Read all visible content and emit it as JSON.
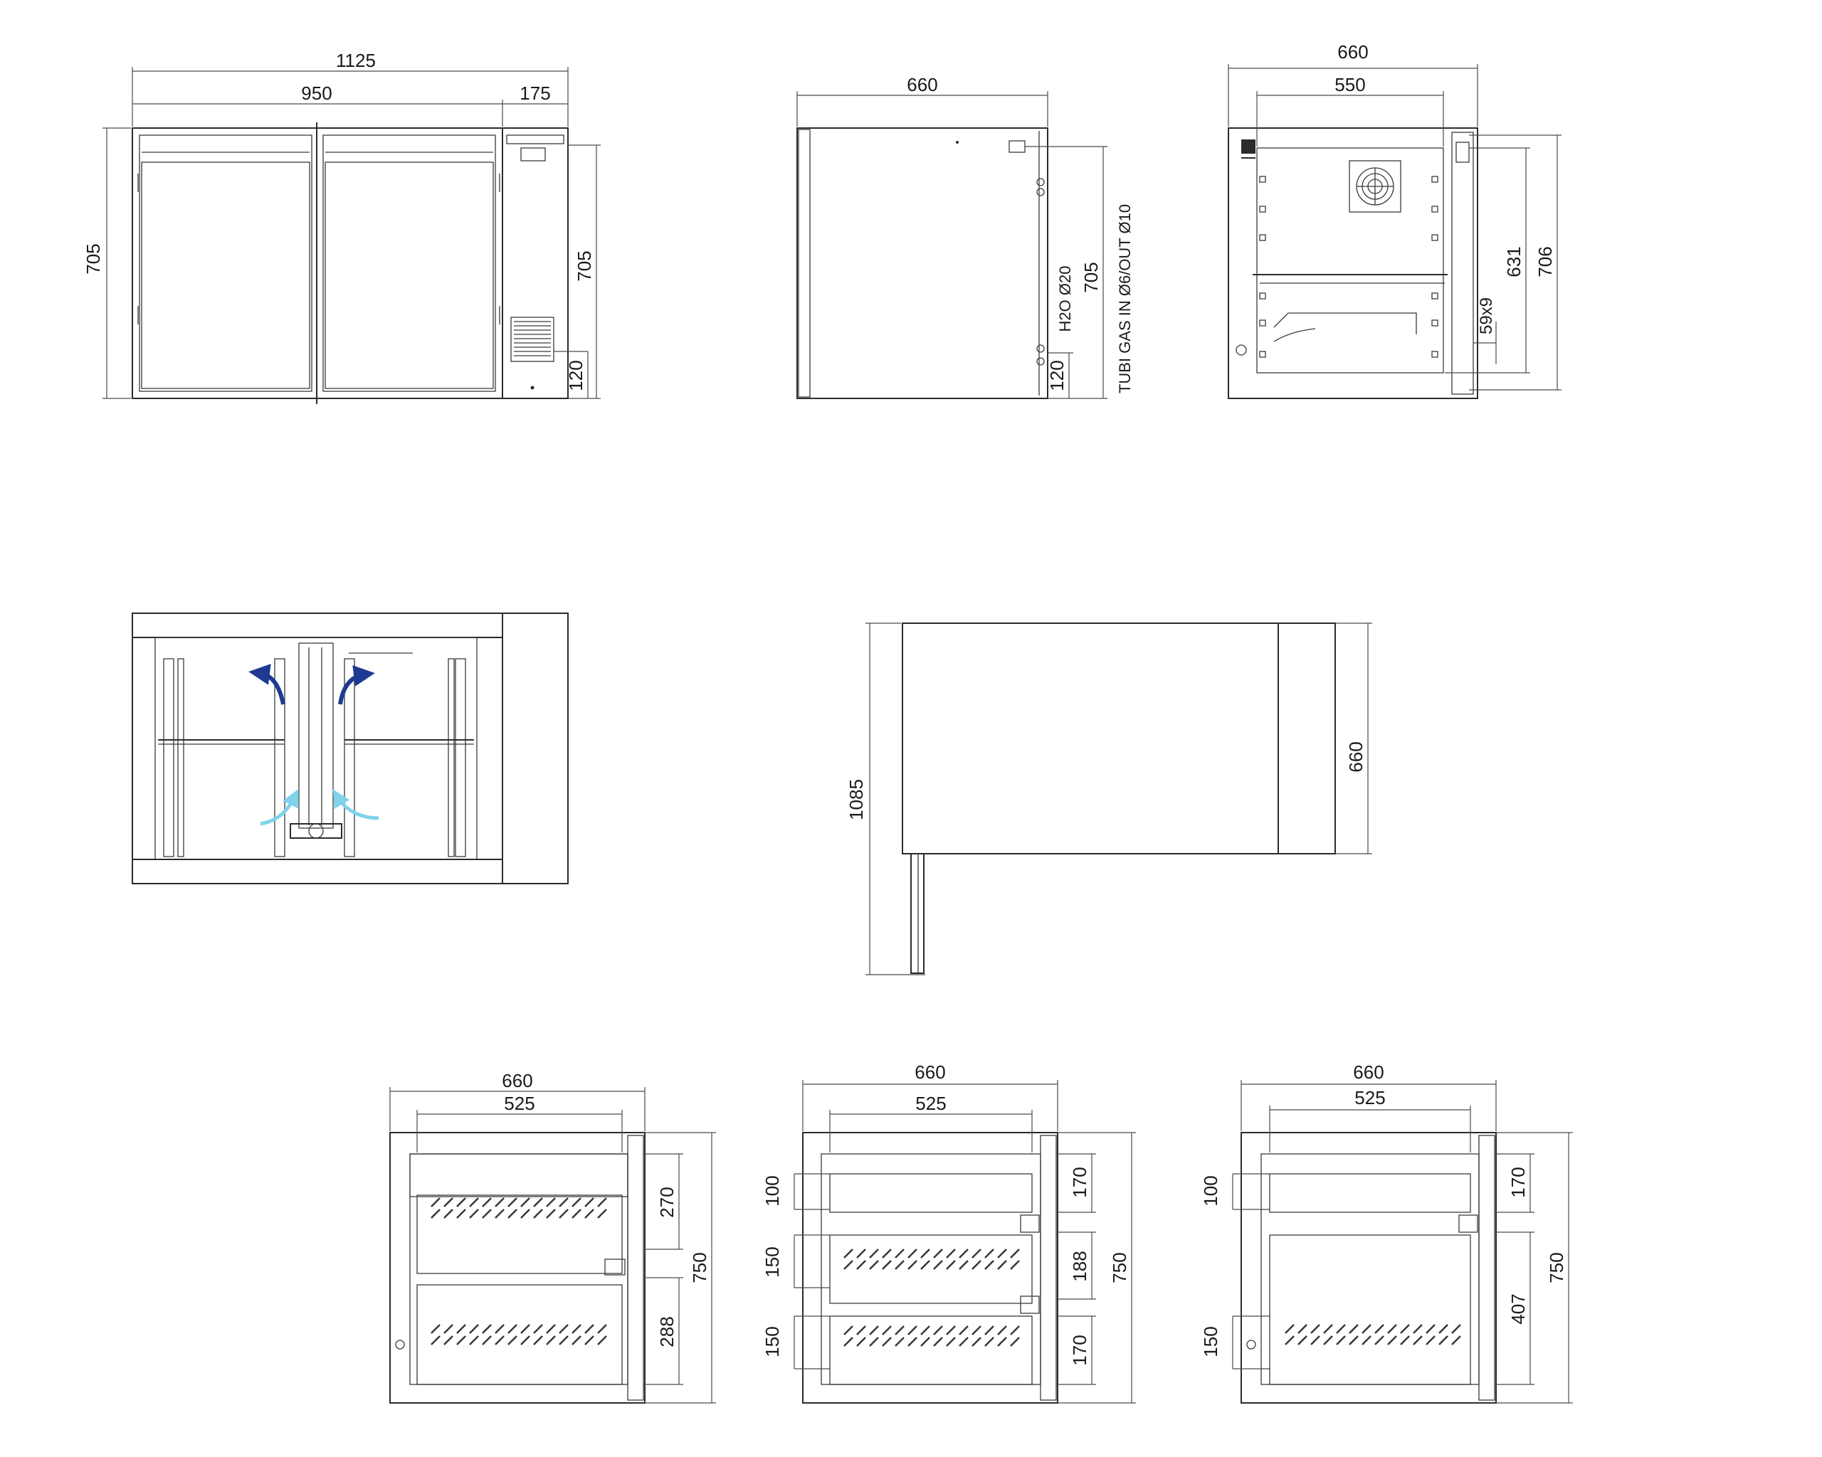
{
  "views": {
    "front": {
      "dim_overall_width": "1125",
      "dim_door_width": "950",
      "dim_unit_width": "175",
      "dim_height_left": "705",
      "dim_height_right": "705",
      "dim_grille": "120"
    },
    "side": {
      "dim_depth": "660",
      "dim_height": "705",
      "dim_connection": "120",
      "label_water": "H2O Ø20",
      "label_gas": "TUBI GAS IN Ø6/OUT Ø10"
    },
    "section": {
      "dim_outer_depth": "660",
      "dim_inner_depth": "550",
      "dim_inner_height": "631",
      "dim_outer_height": "706",
      "dim_handle": "59x9"
    },
    "top_view": {
      "description": "plan with airflow arrows"
    },
    "door_open": {
      "dim_projection": "1085",
      "dim_door": "660"
    },
    "config_a": {
      "dim_outer": "660",
      "dim_inner": "525",
      "dim_upper_drawer": "270",
      "dim_lower_drawer": "288",
      "dim_height": "750"
    },
    "config_b": {
      "dim_outer": "660",
      "dim_inner": "525",
      "dim_left_top": "100",
      "dim_left_mid": "150",
      "dim_left_bottom": "150",
      "dim_right_top": "170",
      "dim_right_mid": "188",
      "dim_right_bottom": "170",
      "dim_height": "750"
    },
    "config_c": {
      "dim_outer": "660",
      "dim_inner": "525",
      "dim_left_top": "100",
      "dim_left_bottom": "150",
      "dim_right_top": "170",
      "dim_right_bottom": "407",
      "dim_height": "750"
    }
  },
  "colors": {
    "line": "#2b2b2b",
    "arrow_hot": "#1f3a93",
    "arrow_cold": "#7fd3ea"
  }
}
